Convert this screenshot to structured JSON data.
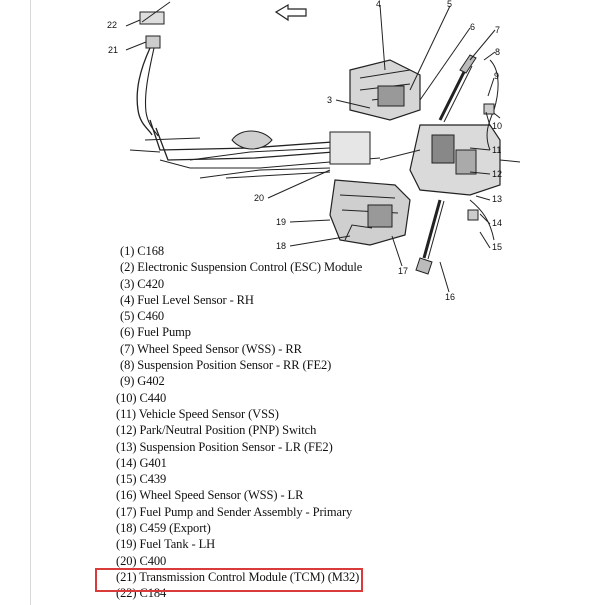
{
  "callouts": [
    "22",
    "21",
    "4",
    "5",
    "6",
    "7",
    "8",
    "9",
    "3",
    "10",
    "11",
    "12",
    "20",
    "13",
    "19",
    "14",
    "18",
    "15",
    "17",
    "16"
  ],
  "legend": [
    "(1) C168",
    "(2) Electronic Suspension Control (ESC) Module",
    "(3) C420",
    "(4) Fuel Level Sensor - RH",
    "(5) C460",
    "(6) Fuel Pump",
    "(7) Wheel Speed Sensor (WSS) - RR",
    "(8) Suspension Position Sensor - RR (FE2)",
    "(9) G402",
    "(10) C440",
    "(11) Vehicle Speed Sensor (VSS)",
    "(12) Park/Neutral Position (PNP) Switch",
    "(13) Suspension Position Sensor - LR (FE2)",
    "(14) G401",
    "(15) C439",
    "(16) Wheel Speed Sensor (WSS) - LR",
    "(17) Fuel Pump and Sender Assembly - Primary",
    "(18) C459 (Export)",
    "(19) Fuel Tank - LH",
    "(20) C400",
    "(21) Transmission Control Module (TCM) (M32)",
    "(22) C184"
  ],
  "highlight_color": "#d93a3a"
}
